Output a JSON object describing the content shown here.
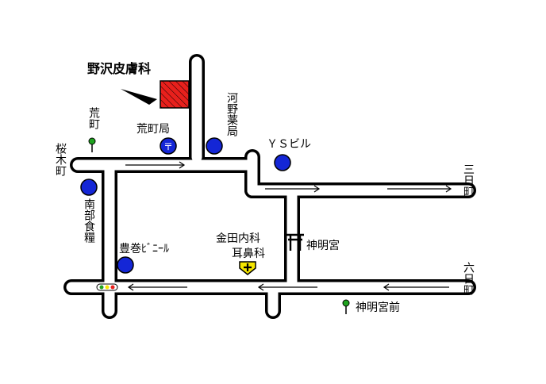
{
  "title": "野沢皮膚科",
  "clinic_color": "#e8201c",
  "poi_color": "#1426d6",
  "labels": {
    "aramachi": "荒町",
    "aramachi_post": "荒町局",
    "sakuragicho": "桜木町",
    "kawano_pharmacy": "河野薬局",
    "ys_building": "ＹＳビル",
    "sanchome": "三日町",
    "nanbu_shokuryo": "南部食糧",
    "toyomaki_vinyl": "豊巻ﾋﾞﾆｰﾙ",
    "kaneda_1": "金田内科",
    "kaneda_2": "耳鼻科",
    "shinmeigu": "神明宮",
    "rokunichi": "六日町",
    "shinmeigu_mae": "神明宮前"
  },
  "icons": {
    "post_office": "post-office-icon",
    "shrine": "torii-icon",
    "hospital": "hospital-cross-icon",
    "bus_stop": "bus-stop-icon",
    "traffic_light": "traffic-light-icon"
  }
}
